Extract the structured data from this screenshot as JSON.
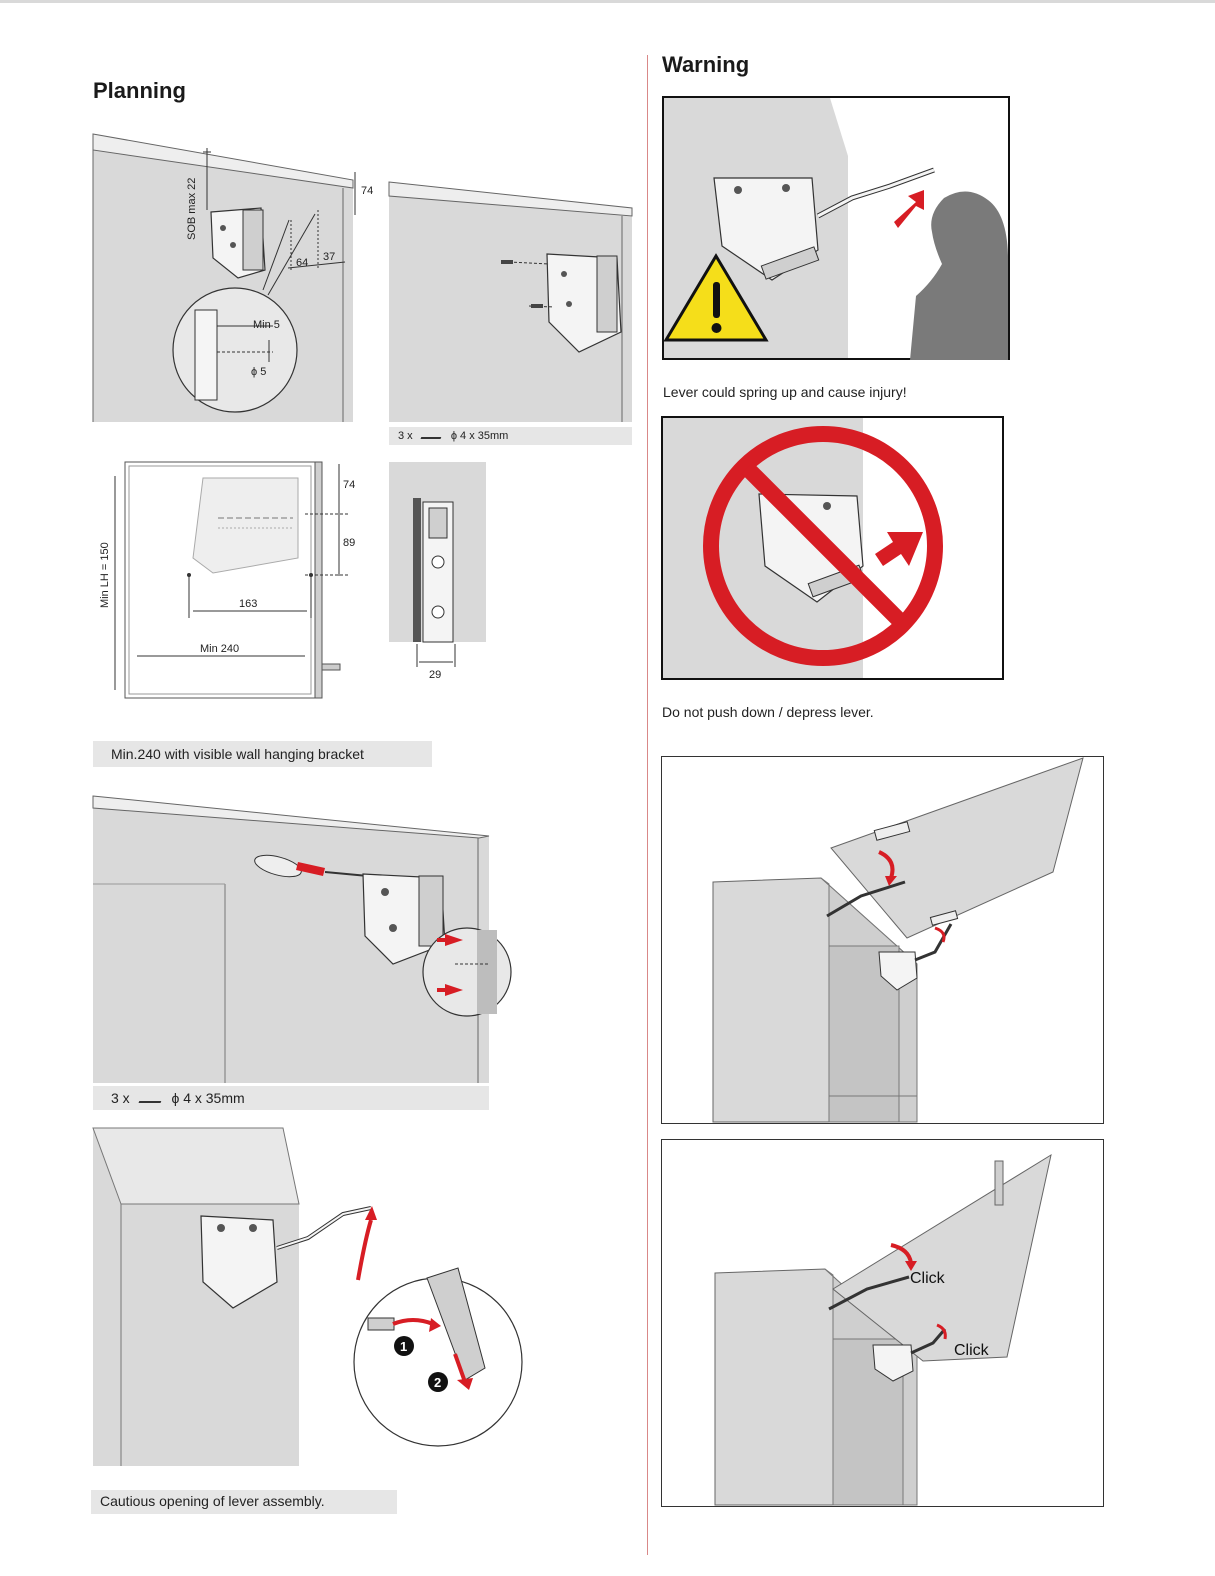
{
  "headings": {
    "planning": "Planning",
    "warning": "Warning"
  },
  "planning": {
    "diagram1": {
      "sob_label": "SOB max 22",
      "dim_74": "74",
      "dim_37": "37",
      "dim_64": "64",
      "min5": "Min 5",
      "phi5": "ϕ 5"
    },
    "screw_caption_small": {
      "count": "3 x",
      "spec": "ϕ 4 x 35mm"
    },
    "diagram3": {
      "dim_74": "74",
      "dim_89": "89",
      "dim_163": "163",
      "min_240": "Min 240",
      "min_lh": "Min LH = 150"
    },
    "diagram4": {
      "dim_29": "29"
    },
    "bracket_caption": "Min.240 with visible wall hanging bracket",
    "screw_caption_large": {
      "count": "3 x",
      "spec": "ϕ 4 x 35mm"
    },
    "lever_steps": [
      "1",
      "2"
    ],
    "opening_caption": "Cautious opening of lever assembly."
  },
  "warning": {
    "spring_caption": "Lever could spring up and cause injury!",
    "push_caption": "Do not push down / depress lever.",
    "click_labels": [
      "Click",
      "Click"
    ]
  }
}
